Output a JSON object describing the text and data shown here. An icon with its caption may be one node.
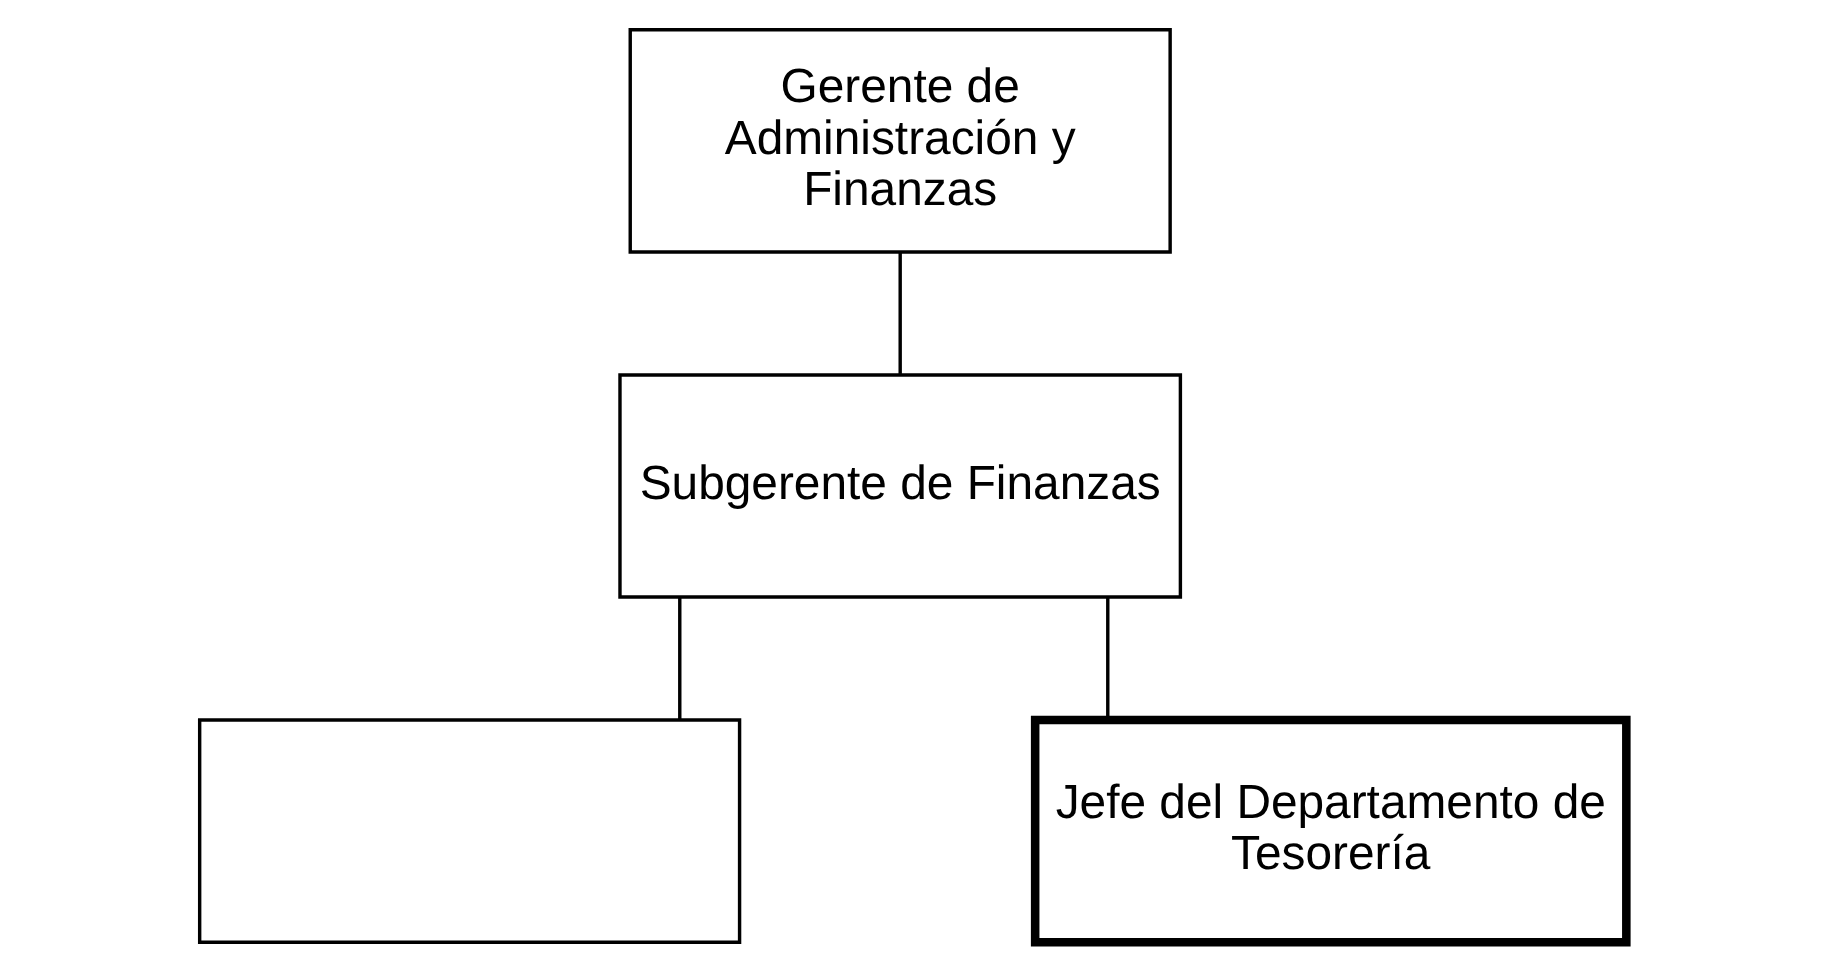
{
  "diagram": {
    "nodes": [
      {
        "text": [
          "Gerente de Administración y Finanzas"
        ]
      },
      {
        "text": [
          "Subgerente de Finanzas"
        ]
      },
      {
        "text": [],
        "shape": "box"
      },
      {
        "text": [
          "Jefe del Departamento de Tesorería"
        ]
      }
    ],
    "edges": [
      {
        "from": 0,
        "to": 1,
        "arrow": "none"
      },
      {
        "from": 1,
        "to": 2,
        "arrow": "none"
      },
      {
        "from": 1,
        "to": 3,
        "arrow": "none"
      }
    ]
  }
}
